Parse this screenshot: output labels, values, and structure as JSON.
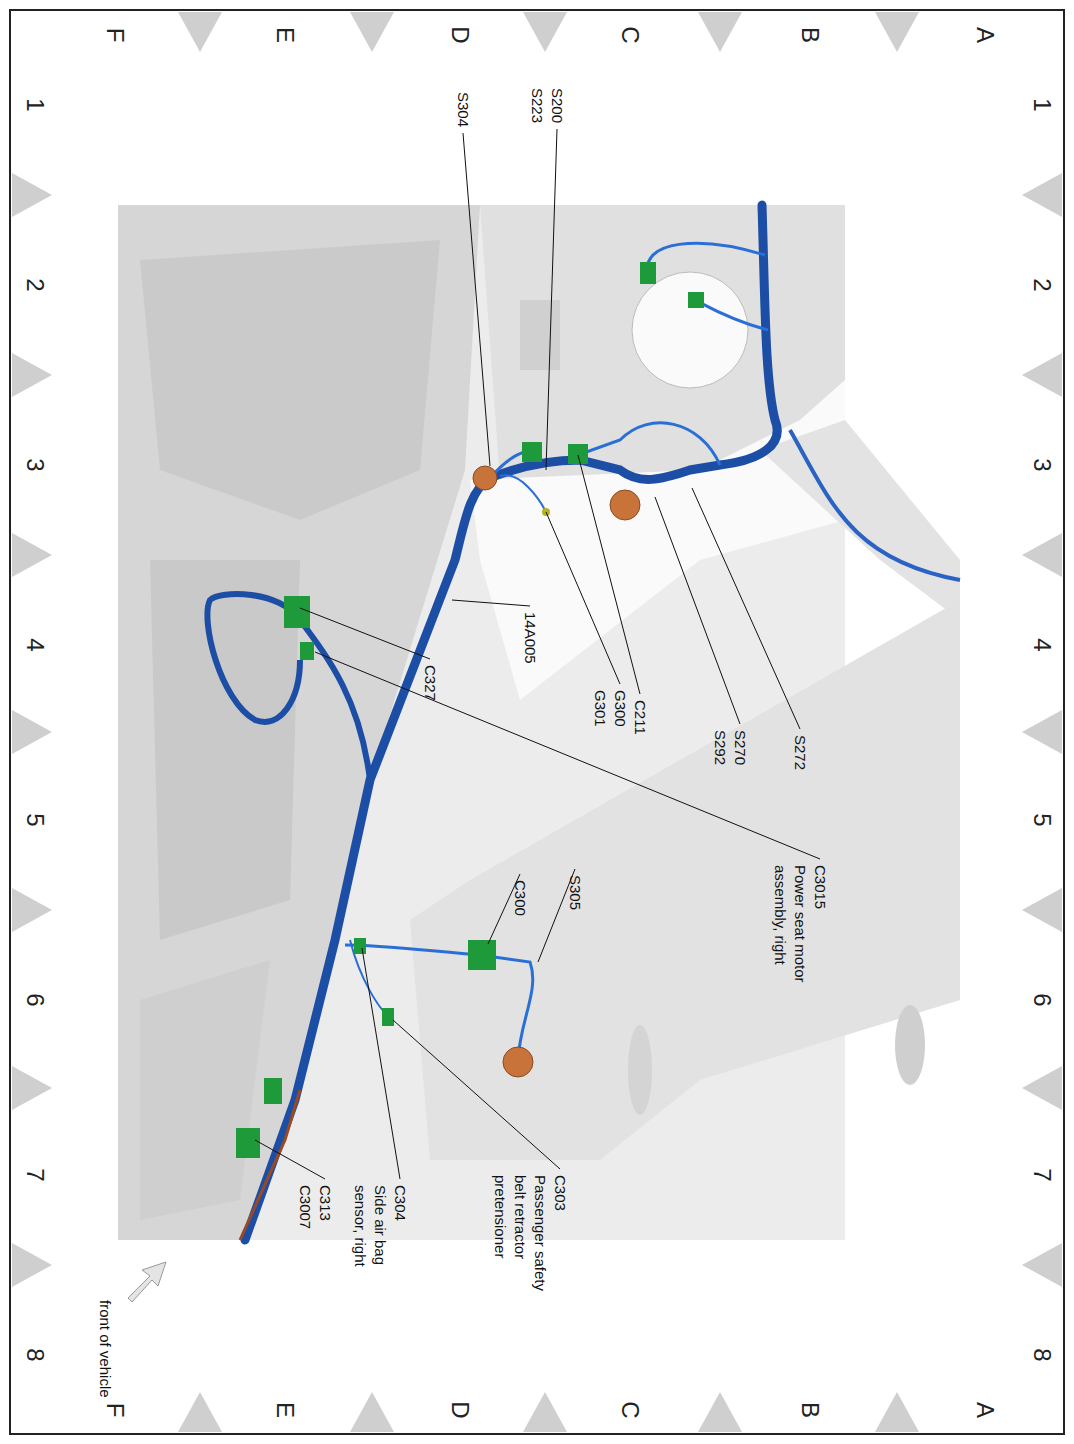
{
  "diagram": {
    "labels": [
      "F",
      "E",
      "D",
      "C",
      "B",
      "A",
      "F",
      "E",
      "D",
      "C",
      "B",
      "A",
      "1",
      "2",
      "3",
      "4",
      "5",
      "6",
      "7",
      "8",
      "1",
      "2",
      "3",
      "4",
      "5",
      "6",
      "7",
      "8",
      "S200",
      "S223",
      "S304",
      "S272",
      "S270",
      "S292",
      "C211",
      "G300",
      "G301",
      "14A005",
      "C327",
      "C3015",
      "Power seat motor assembly, right",
      "S305",
      "C300",
      "C303",
      "Passenger safety belt retractor pretensioner",
      "C304",
      "Side air bag sensor, right",
      "C313",
      "C3007",
      "front of vehicle"
    ]
  }
}
